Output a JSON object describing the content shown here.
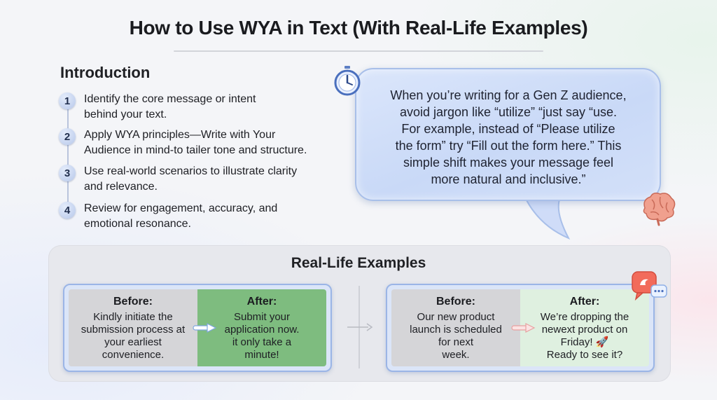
{
  "title": "How to Use WYA in Text (With Real-Life Examples)",
  "intro": {
    "heading": "Introduction",
    "steps": [
      {
        "num": "1",
        "line1": "Identify the core message or intent",
        "line2": "behind your text."
      },
      {
        "num": "2",
        "line1": "Apply WYA principles—Write with Your",
        "line2": "Audience in mind-to tailer tone and structure."
      },
      {
        "num": "3",
        "line1": "Use real-world scenarios to illustrate clarity",
        "line2": "and relevance."
      },
      {
        "num": "4",
        "line1": "Review for engagement, accuracy, and",
        "line2": "emotional resonance."
      }
    ]
  },
  "bubble": {
    "lines": [
      "When you’re writing for a Gen Z audience,",
      "avoid jargon like “utilize” “just say “use.",
      "For example, instead of “Please utilize",
      "the form” try “Fill out the form here.” This",
      "simple shift makes your message feel",
      "more natural and inclusive.”"
    ]
  },
  "examples": {
    "heading": "Real-Life Examples",
    "cards": [
      {
        "before_label": "Before:",
        "before_lines": [
          "Kindly initiate the",
          "submission process at",
          "your earliest convenience."
        ],
        "after_label": "After:",
        "after_lines": [
          "Submit your",
          "application now.",
          "it only take a",
          "minute!"
        ]
      },
      {
        "before_label": "Before:",
        "before_lines": [
          "Our new product",
          "launch is scheduled",
          "for next",
          "week."
        ],
        "after_label": "After:",
        "after_lines": [
          "We’re dropping the",
          "newext product on",
          "Friday! 🚀",
          "Ready to see it?"
        ]
      }
    ]
  },
  "colors": {
    "bubble_fill": "#c9d9f7",
    "after_green": "#7ebc7f",
    "after_light": "#dff0e0",
    "before_gray": "#d5d5d8",
    "card_border": "#9bb5e6"
  },
  "icons": [
    "timer-icon",
    "brain-icon",
    "chat-bubble-icon",
    "arrow-right-icon",
    "rocket-icon"
  ]
}
